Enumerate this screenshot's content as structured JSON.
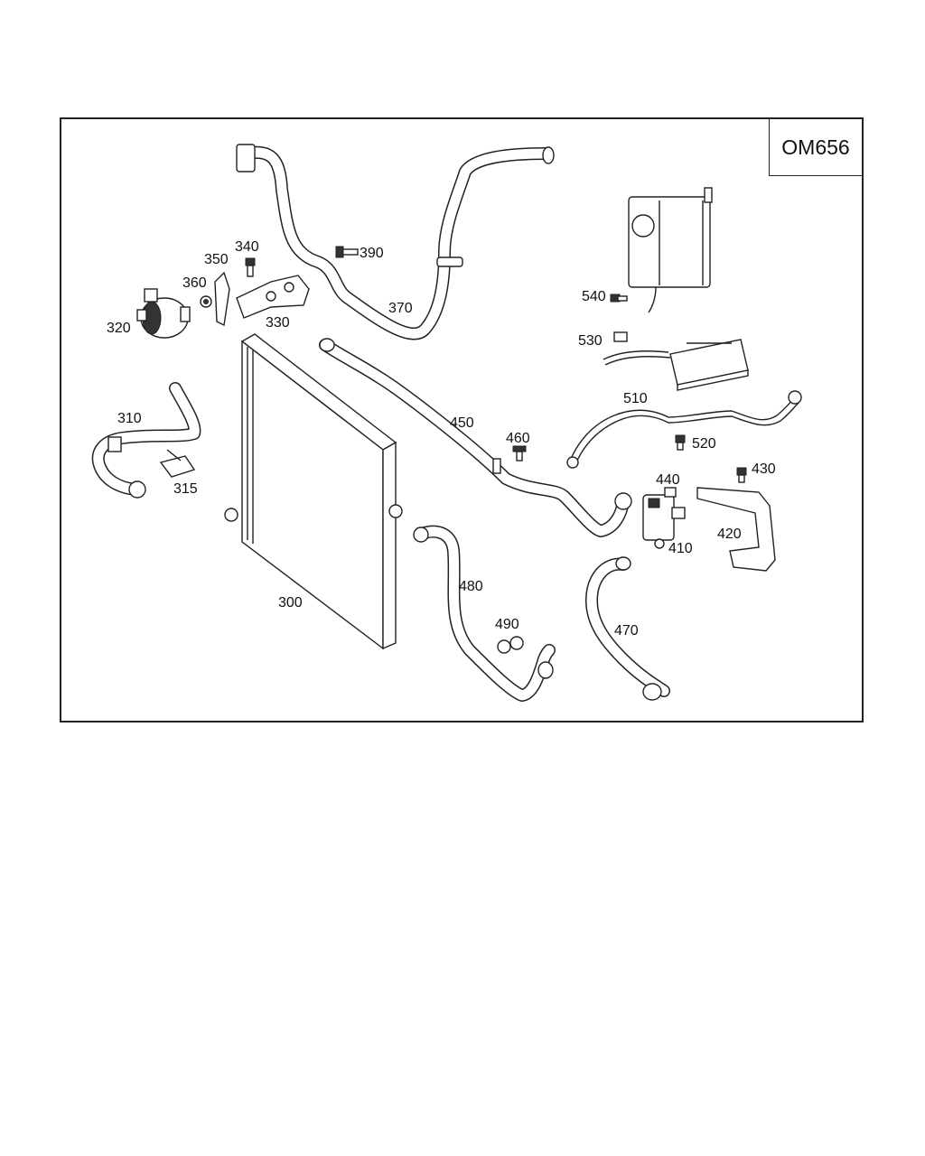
{
  "model_code": "OM656",
  "labels": [
    {
      "id": "300",
      "text": "300"
    },
    {
      "id": "310",
      "text": "310"
    },
    {
      "id": "315",
      "text": "315"
    },
    {
      "id": "320",
      "text": "320"
    },
    {
      "id": "330",
      "text": "330"
    },
    {
      "id": "340",
      "text": "340"
    },
    {
      "id": "350",
      "text": "350"
    },
    {
      "id": "360",
      "text": "360"
    },
    {
      "id": "370",
      "text": "370"
    },
    {
      "id": "390",
      "text": "390"
    },
    {
      "id": "410",
      "text": "410"
    },
    {
      "id": "420",
      "text": "420"
    },
    {
      "id": "430",
      "text": "430"
    },
    {
      "id": "440",
      "text": "440"
    },
    {
      "id": "450",
      "text": "450"
    },
    {
      "id": "460",
      "text": "460"
    },
    {
      "id": "470",
      "text": "470"
    },
    {
      "id": "480",
      "text": "480"
    },
    {
      "id": "490",
      "text": "490"
    },
    {
      "id": "510",
      "text": "510"
    },
    {
      "id": "520",
      "text": "520"
    },
    {
      "id": "530",
      "text": "530"
    },
    {
      "id": "540",
      "text": "540"
    }
  ]
}
